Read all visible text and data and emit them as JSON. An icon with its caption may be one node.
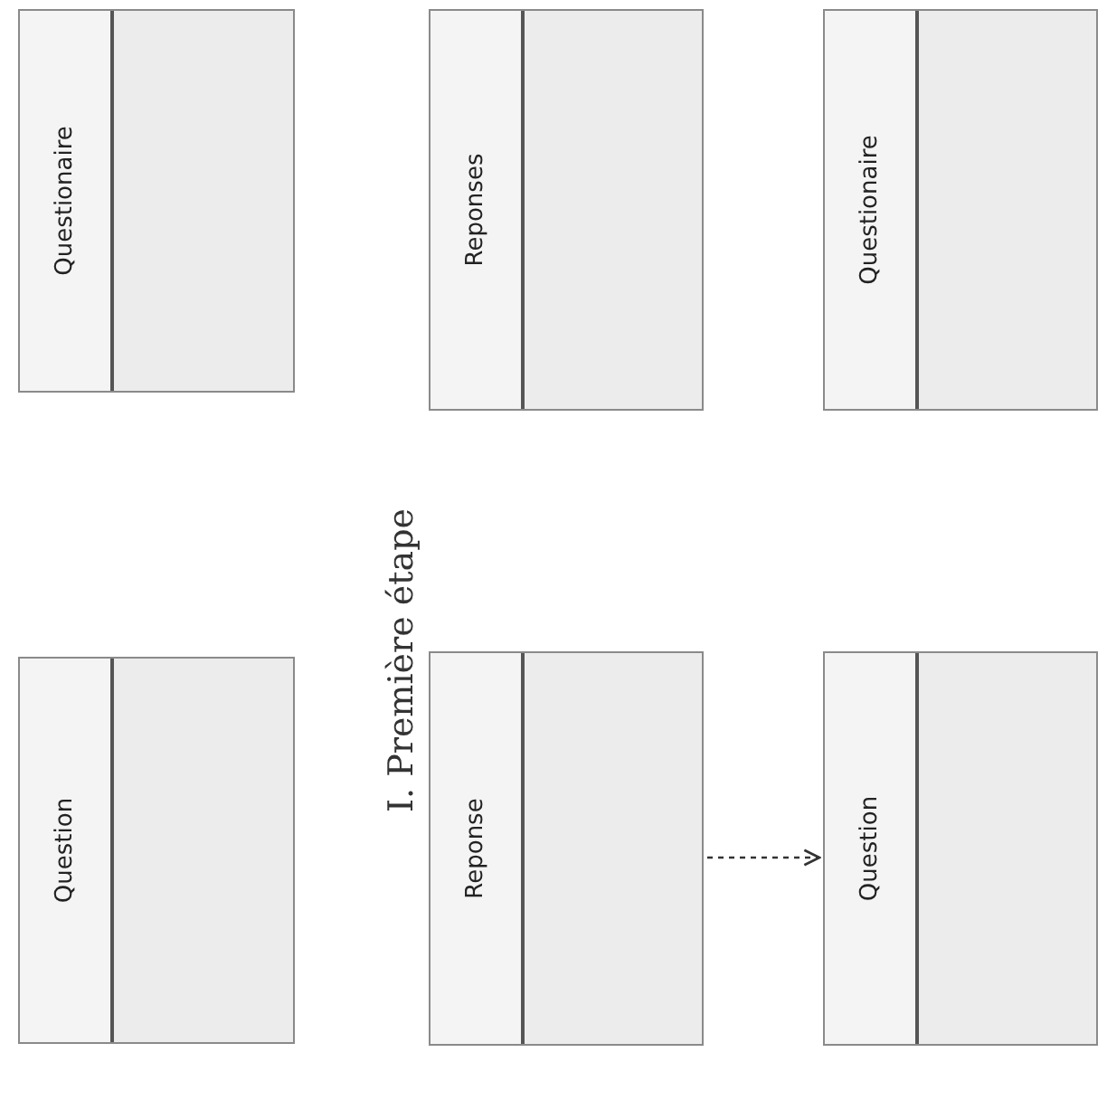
{
  "diagram": {
    "title": "I. Première étape",
    "nodes": [
      {
        "text": [
          "Questionaire"
        ]
      },
      {
        "text": [
          "Question"
        ]
      },
      {
        "text": [
          "Reponses"
        ]
      },
      {
        "text": [
          "Questionaire"
        ]
      },
      {
        "text": [
          "Reponse"
        ]
      },
      {
        "text": [
          "Question"
        ]
      }
    ],
    "edges": [
      {
        "from": 4,
        "to": 5,
        "arrow": "to",
        "style": "dashed"
      }
    ]
  }
}
